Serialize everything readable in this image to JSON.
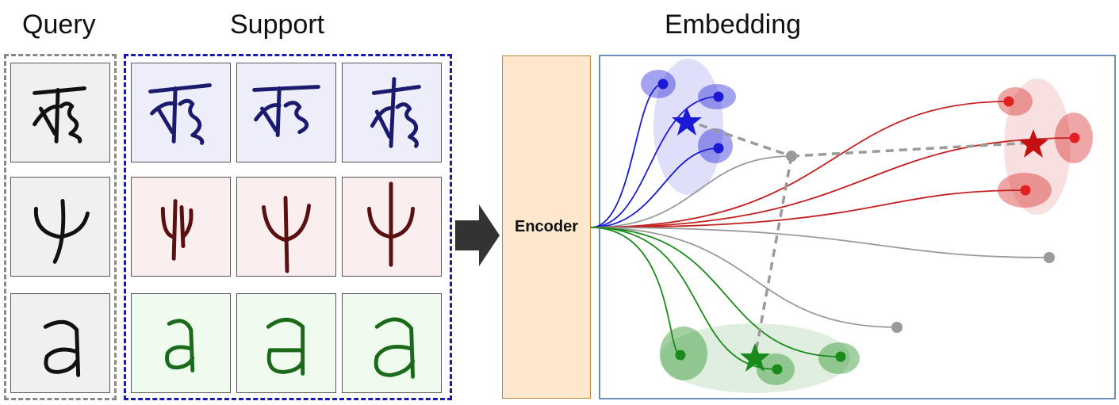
{
  "headings": {
    "query": "Query",
    "support": "Support",
    "embedding": "Embedding"
  },
  "encoder_label": "Encoder",
  "colors": {
    "class_1": "#1a1ad6",
    "class_2": "#d42020",
    "class_3": "#1a8a1a",
    "unassigned": "#9a9a9a",
    "query_tile_bg": "#f0f0f0",
    "support_bg_1": "#eeeefb",
    "support_bg_2": "#fbeeee",
    "support_bg_3": "#eefbee",
    "ink_1": "#1a1a6e",
    "ink_2": "#5a1010",
    "ink_3": "#1a6a1a",
    "encoder_fill": "#fde7cd"
  },
  "rows": [
    {
      "character": "ancient-script glyph"
    },
    {
      "character": "psi-like glyph"
    },
    {
      "character": "letter a"
    }
  ]
}
